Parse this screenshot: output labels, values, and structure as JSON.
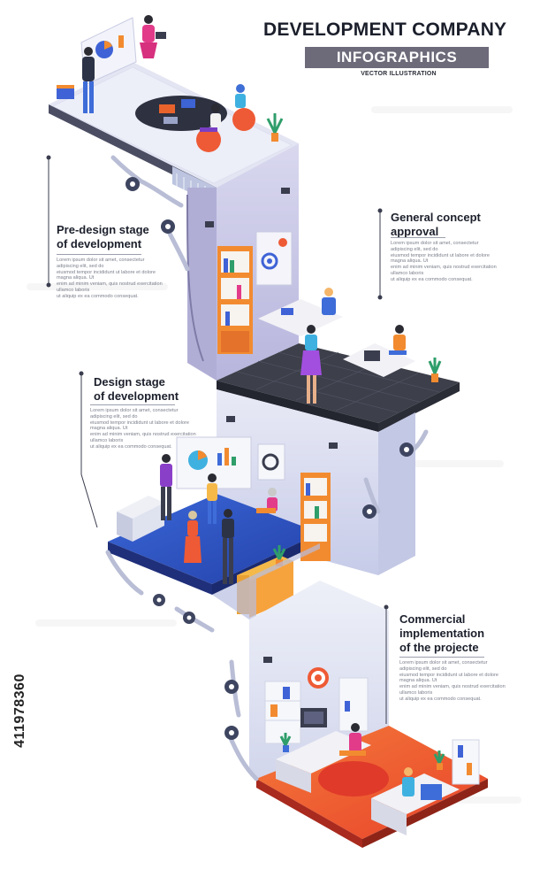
{
  "header": {
    "title": "DEVELOPMENT COMPANY",
    "subtitle": "INFOGRAPHICS",
    "tagline": "VECTOR ILLUSTRATION"
  },
  "stages": [
    {
      "title_lines": [
        "Pre-design stage",
        "of development"
      ],
      "body_lines": [
        "Lorem ipsum dolor sit amet, consectetur adipiscing elit, sed do",
        "eiusmod tempor incididunt ut labore et dolore magna aliqua. Ut",
        "enim ad minim veniam, quis nostrud exercitation ullamco laboris",
        "ut aliquip ex ea commodo consequat."
      ]
    },
    {
      "title_lines": [
        "General concept",
        "approval"
      ],
      "body_lines": [
        "Lorem ipsum dolor sit amet, consectetur adipiscing elit, sed do",
        "eiusmod tempor incididunt ut labore et dolore magna aliqua. Ut",
        "enim ad minim veniam, quis nostrud exercitation ullamco laboris",
        "ut aliquip ex ea commodo consequat."
      ]
    },
    {
      "title_lines": [
        "Design stage",
        "of development"
      ],
      "body_lines": [
        "Lorem ipsum dolor sit amet, consectetur adipiscing elit, sed do",
        "eiusmod tempor incididunt ut labore et dolore magna aliqua. Ut",
        "enim ad minim veniam, quis nostrud exercitation ullamco laboris",
        "ut aliquip ex ea commodo consequat."
      ]
    },
    {
      "title_lines": [
        "Commercial",
        "implementation",
        "of the projecte"
      ],
      "body_lines": [
        "Lorem ipsum dolor sit amet, consectetur adipiscing elit, sed do",
        "eiusmod tempor incididunt ut labore et dolore magna aliqua. Ut",
        "enim ad minim veniam, quis nostrud exercitation ullamco laboris",
        "ut aliquip ex ea commodo consequat."
      ]
    }
  ],
  "stock_id": "411978360",
  "colors": {
    "wall_lavender": "#c9c7e6",
    "floor_dark": "#3d3f4a",
    "floor_blue": "#2f55c9",
    "floor_orange": "#f0542c",
    "accent_orange": "#f7902a",
    "accent_purple": "#8a3fc9",
    "band_gray": "#6d6a7a"
  }
}
